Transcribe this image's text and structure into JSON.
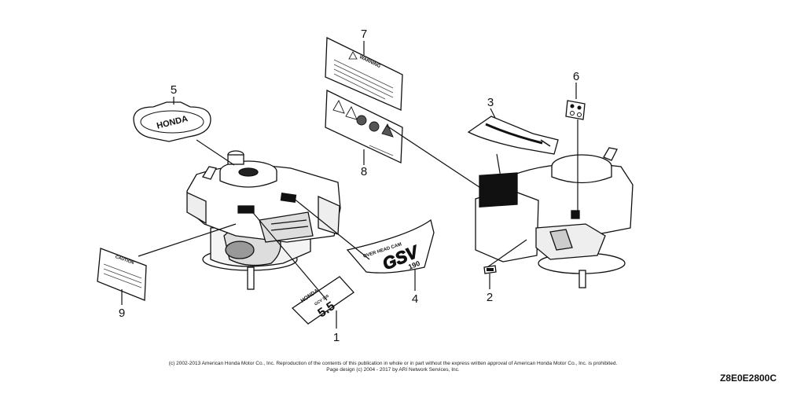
{
  "callouts": {
    "c1": "1",
    "c2": "2",
    "c3": "3",
    "c4": "4",
    "c5": "5",
    "c6": "6",
    "c7": "7",
    "c8": "8",
    "c9": "9"
  },
  "labels": {
    "warning": "WARNING",
    "caution": "CAUTION",
    "brand": "HONDA",
    "ohc": "OVER HEAD CAM",
    "model": "GSV",
    "model_num": "190",
    "rating_cc": "GCV 160",
    "rating_hp": "5.5"
  },
  "footer": {
    "copyright_line1": "(c) 2002-2013 American Honda Motor Co., Inc. Reproduction of the contents of this publication in whole or in part without the express written approval of American Honda Motor Co., Inc. is prohibited.",
    "copyright_line2": "Page design (c) 2004 - 2017 by ARI Network Services, Inc.",
    "diagram_code": "Z8E0E2800C"
  }
}
